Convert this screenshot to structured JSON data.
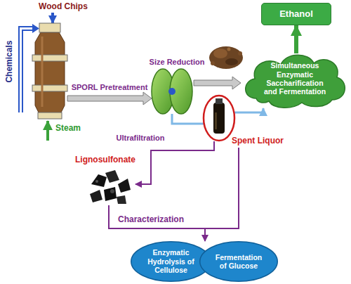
{
  "diagram": {
    "nodes": [
      {
        "text": [
          "Ethanol"
        ]
      },
      {
        "text": [
          "Simultaneous Enzymatic Saccharification and Fermentation"
        ]
      },
      {
        "text": [
          "Enzymatic Hydrolysis of Cellulose"
        ]
      },
      {
        "text": [
          "Fermentation of Glucose"
        ]
      }
    ],
    "edges": [
      {
        "from": 1,
        "to": 0,
        "arrow": "to"
      }
    ],
    "labels": [
      "Wood Chips",
      "Chemicals",
      "Steam",
      "SPORL Pretreatment",
      "Size Reduction",
      "Spent Liquor",
      "Ultrafiltration",
      "Lignosulfonate",
      "Characterization"
    ]
  }
}
